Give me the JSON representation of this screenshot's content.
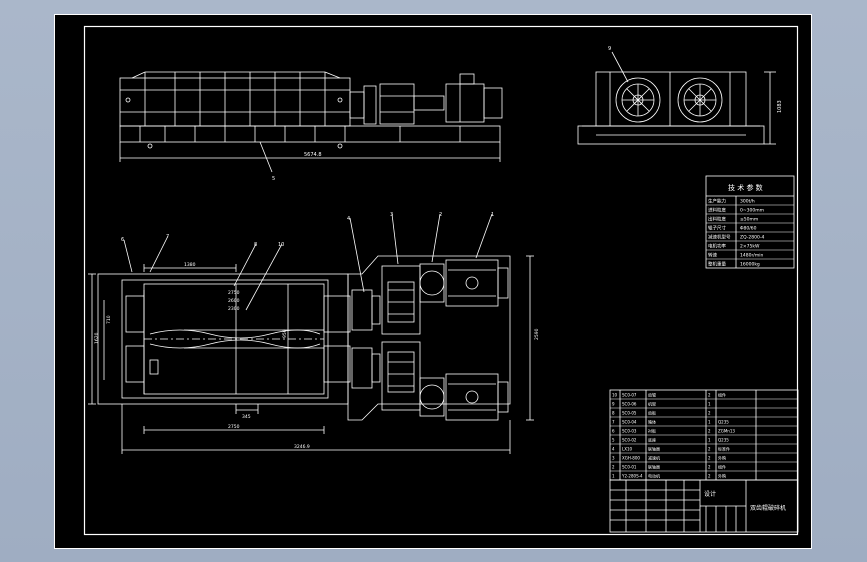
{
  "colors": {
    "background": "#a8b5c8",
    "sheet": "#000000",
    "lines": "#ffffff",
    "dimension": "#ffffff"
  },
  "top_view": {
    "length_dim": "5674.8",
    "balloon": "5"
  },
  "side_view": {
    "height_dim": "1083",
    "balloon": "9"
  },
  "plan_view": {
    "balloons": [
      "6",
      "7",
      "8",
      "10",
      "4",
      "3",
      "2",
      "1"
    ],
    "dims": {
      "d1380": "1380",
      "d2750a": "2750",
      "d2600": "2600",
      "d2300": "2300",
      "d1620": "1620",
      "d710": "710",
      "d950": "950",
      "d345": "345",
      "d2750b": "2750",
      "d3246": "3246.9",
      "d2590": "2590"
    }
  },
  "tech_table": {
    "title": "技 术 参 数",
    "rows": [
      [
        "生产能力",
        "300t/h"
      ],
      [
        "进料粒度",
        "0~300mm"
      ],
      [
        "出料粒度",
        "≤50mm"
      ],
      [
        "辊子尺寸",
        "Φ80/60"
      ],
      [
        "减速机型号",
        "ZQ-2800-4"
      ],
      [
        "电机功率",
        "2×75kW"
      ],
      [
        "转速",
        "1480r/min"
      ],
      [
        "整机重量",
        "16000kg"
      ]
    ]
  },
  "parts_table": {
    "rows": [
      [
        "10",
        "SC0-07",
        "齿辊",
        "2",
        "组件"
      ],
      [
        "9",
        "SC0-06",
        "机架",
        "1",
        ""
      ],
      [
        "8",
        "SC0-05",
        "齿板",
        "2",
        ""
      ],
      [
        "7",
        "SC0-04",
        "箱体",
        "1",
        "Q235"
      ],
      [
        "6",
        "SC0-03",
        "衬板",
        "2",
        "ZGMn13"
      ],
      [
        "5",
        "SC0-02",
        "底座",
        "1",
        "Q235"
      ],
      [
        "4",
        "LX10",
        "联轴器",
        "2",
        "标准件"
      ],
      [
        "3",
        "XGH-800",
        "减速机",
        "2",
        "外购"
      ],
      [
        "2",
        "SC0-01",
        "联轴器",
        "2",
        "组件"
      ],
      [
        "1",
        "Y2-280S-4",
        "电动机",
        "2",
        "外购"
      ]
    ]
  },
  "title_block": {
    "designer": "设计",
    "name": "双齿辊破碎机"
  }
}
